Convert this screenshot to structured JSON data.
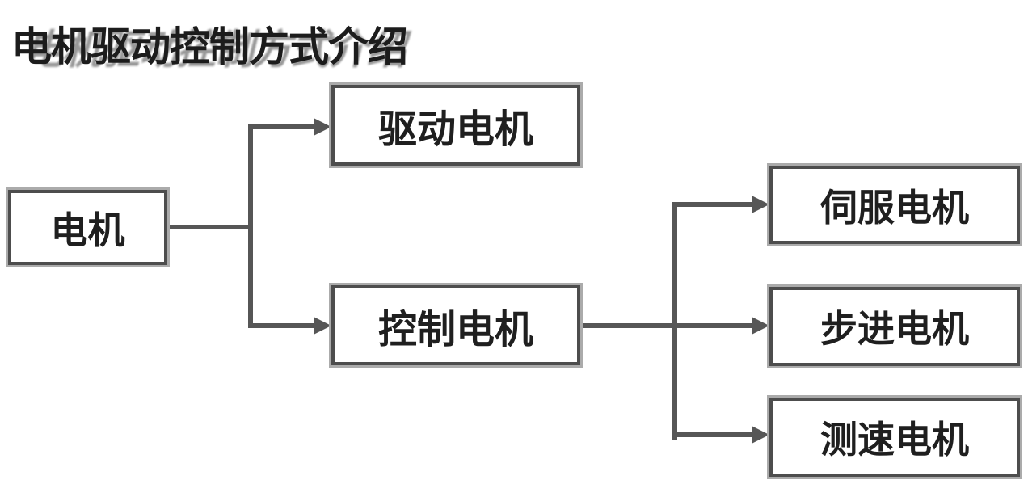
{
  "title": "电机驱动控制方式介绍",
  "nodes": {
    "motor": {
      "label": "电机"
    },
    "drive": {
      "label": "驱动电机"
    },
    "control": {
      "label": "控制电机"
    },
    "servo": {
      "label": "伺服电机"
    },
    "stepper": {
      "label": "步进电机"
    },
    "tacho": {
      "label": "测速电机"
    }
  },
  "edges": [
    {
      "from": "电机",
      "to": "驱动电机"
    },
    {
      "from": "电机",
      "to": "控制电机"
    },
    {
      "from": "控制电机",
      "to": "伺服电机"
    },
    {
      "from": "控制电机",
      "to": "步进电机"
    },
    {
      "from": "控制电机",
      "to": "测速电机"
    }
  ],
  "colors": {
    "background": "#ffffff",
    "box_fill": "#ffffff",
    "box_border": "#4d4d4d",
    "box_outer_edge": "#ababab",
    "connector": "#565656",
    "text": "#1f1f1f",
    "title_text": "#1c1c1c"
  }
}
